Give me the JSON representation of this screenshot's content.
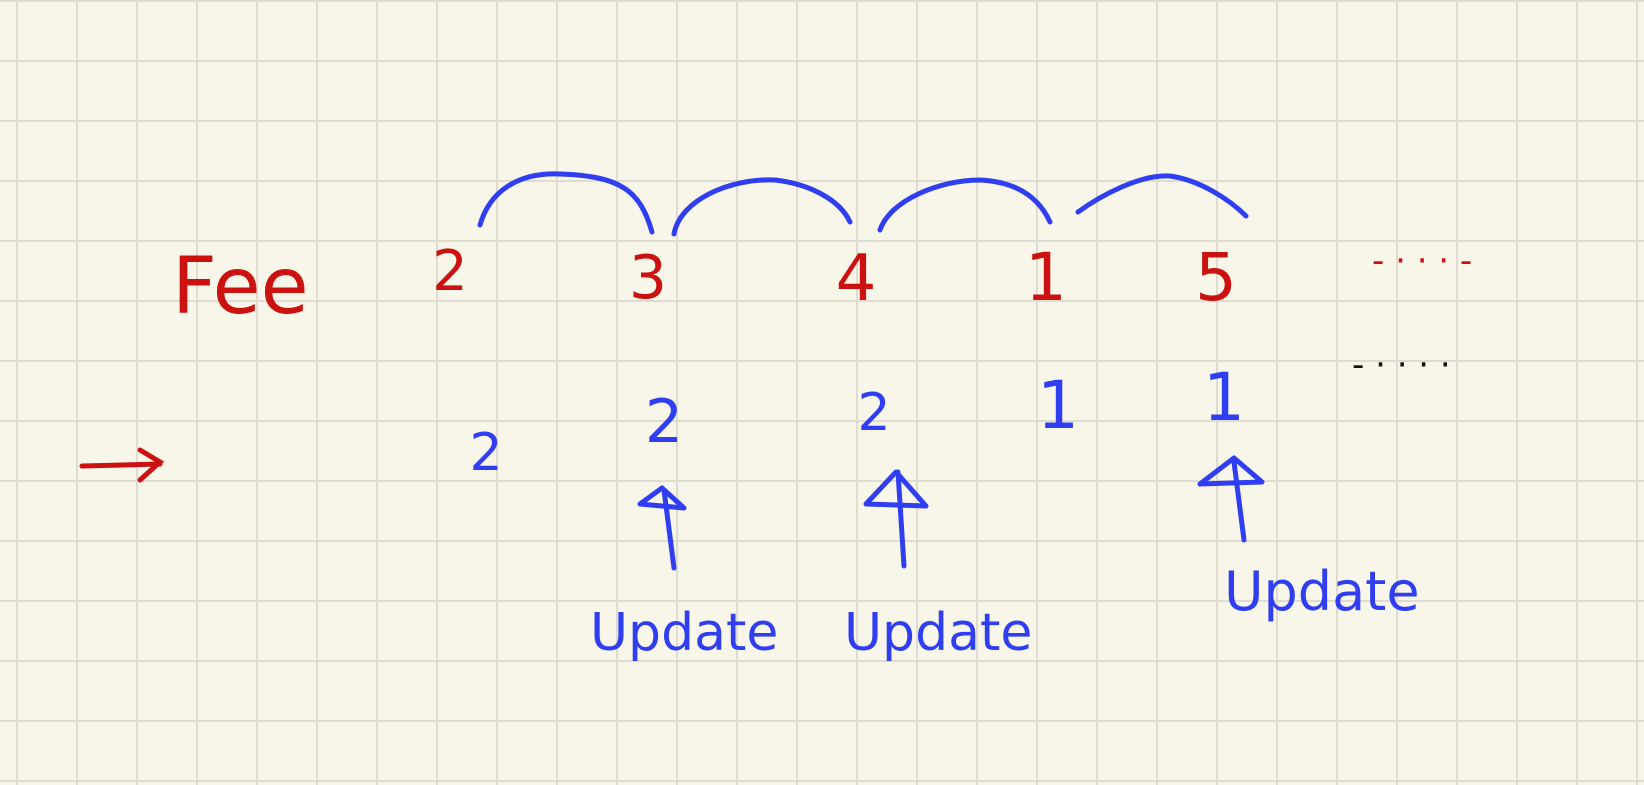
{
  "label": "Fee",
  "fees": [
    "2",
    "3",
    "4",
    "1",
    "5"
  ],
  "fee_ellipsis": "- · · · -",
  "values": [
    "2",
    "2",
    "2",
    "1",
    "1"
  ],
  "value_ellipsis": "- · · · ·",
  "update_labels": [
    "Update",
    "Update",
    "Update"
  ],
  "colors": {
    "red": "#cc1111",
    "blue": "#2f3ef0",
    "black": "#111111",
    "grid": "#dedbd0",
    "paper": "#f8f5e9"
  }
}
